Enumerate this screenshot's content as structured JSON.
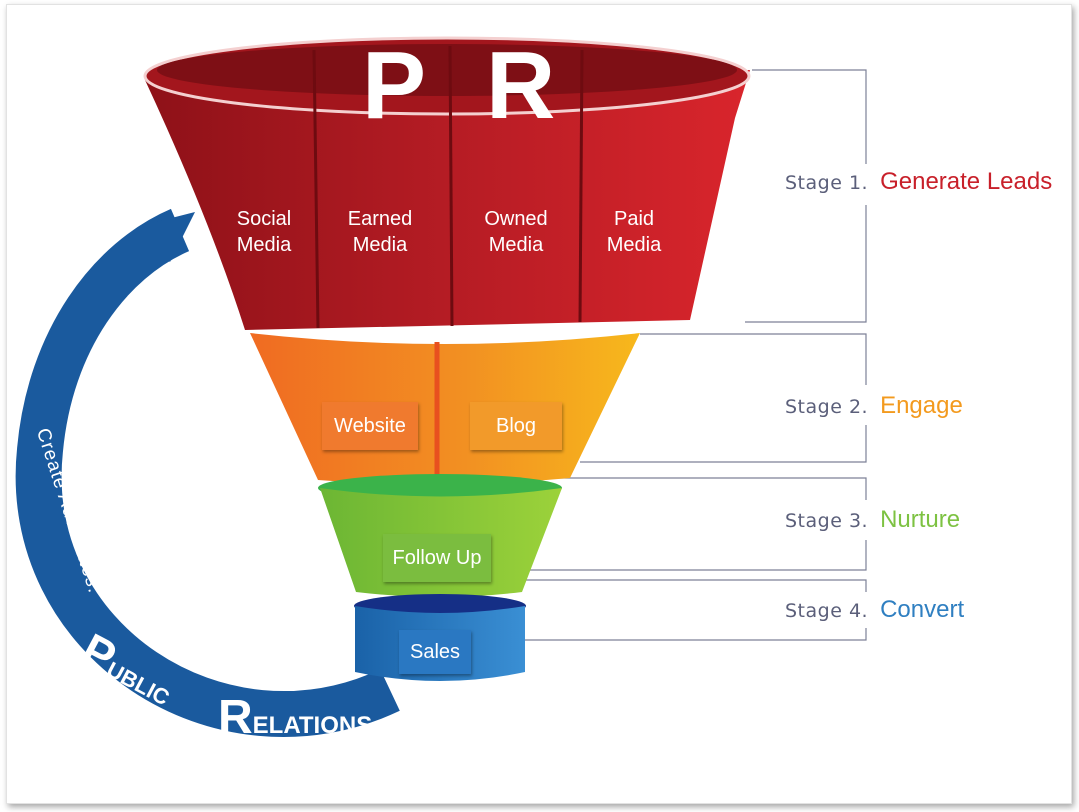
{
  "funnel": {
    "top_letters": [
      "P",
      "R"
    ],
    "stage1_items": [
      {
        "line1": "Social",
        "line2": "Media"
      },
      {
        "line1": "Earned",
        "line2": "Media"
      },
      {
        "line1": "Owned",
        "line2": "Media"
      },
      {
        "line1": "Paid",
        "line2": "Media"
      }
    ],
    "stage2_items": [
      "Website",
      "Blog"
    ],
    "stage3_items": [
      "Follow Up"
    ],
    "stage4_items": [
      "Sales"
    ]
  },
  "stages": [
    {
      "number": "Stage 1.",
      "name": "Generate Leads",
      "color": "#c8202a"
    },
    {
      "number": "Stage 2.",
      "name": "Engage",
      "color": "#f39a1e"
    },
    {
      "number": "Stage 3.",
      "name": "Nurture",
      "color": "#7dc242"
    },
    {
      "number": "Stage 4.",
      "name": "Convert",
      "color": "#2f7fc1"
    }
  ],
  "cycle": {
    "prefix": "Create Advocates:",
    "word1_initial": "P",
    "word1_rest": "UBLIC",
    "word2_initial": "R",
    "word2_rest": "ELATIONS"
  },
  "colors": {
    "red": "#b81d24",
    "orange": "#f08a24",
    "green": "#7dc242",
    "blue": "#1f6fb5",
    "arrow": "#1a5a9e"
  }
}
